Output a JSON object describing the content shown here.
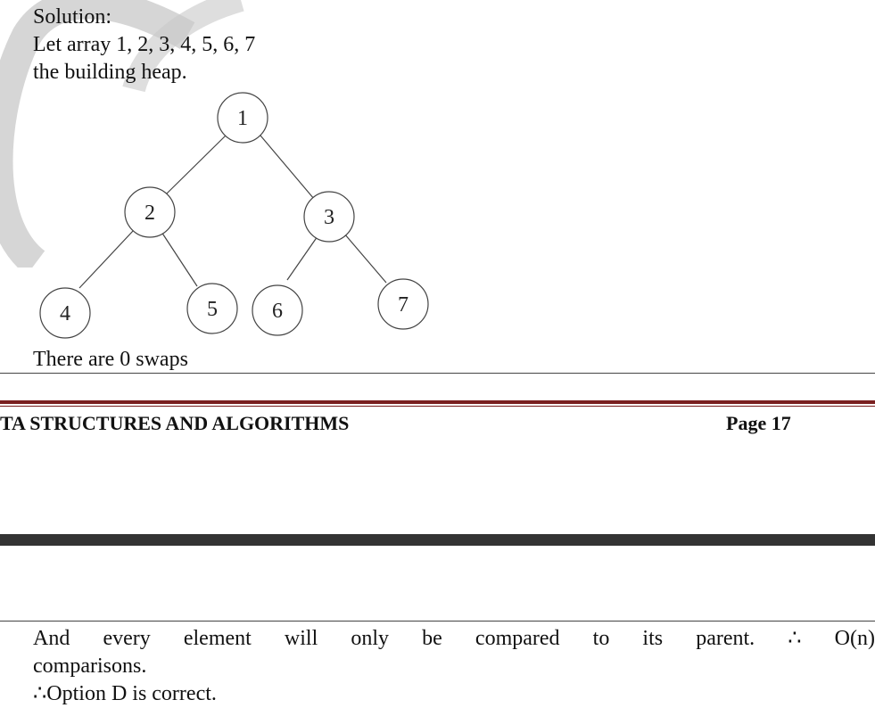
{
  "solution_label": "Solution:",
  "array_line": "Let array 1, 2, 3, 4, 5, 6, 7",
  "heap_line": "the building  heap.",
  "tree_nodes": [
    "1",
    "2",
    "3",
    "4",
    "5",
    "6",
    "7"
  ],
  "swaps_line": "There are 0 swaps",
  "footer": {
    "title": "TA STRUCTURES AND ALGORITHMS",
    "page": "Page 17"
  },
  "compare_line": "And every element will only be compared to its parent. ∴ O(n)",
  "compare_line_cont": "comparisons.",
  "conclusion": "∴Option D is correct.",
  "colors": {
    "footer_rule": "#7a1f1f",
    "band": "#333333",
    "watermark": "#c8c8c8"
  }
}
